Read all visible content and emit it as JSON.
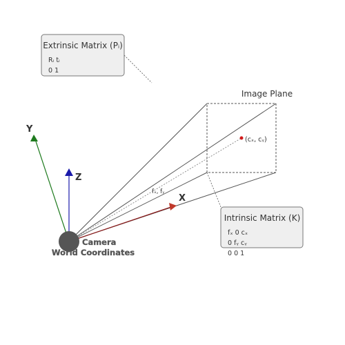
{
  "extrinsic_box": {
    "title": "Extrinsic Matrix (Pᵢ)",
    "row1": "Rᵢ tᵢ",
    "row2": "0 1"
  },
  "intrinsic_box": {
    "title": "Intrinsic Matrix (K)",
    "row1": "fₓ 0 cₓ",
    "row2": "0 fᵧ cᵧ",
    "row3": "0 0 1"
  },
  "image_plane": {
    "label": "Image Plane",
    "principal_point_label": "(cₓ, cᵧ)"
  },
  "camera": {
    "label": "Camera",
    "world_label": "World Coordinates",
    "focal_label": "fₓ, fᵧ"
  },
  "axes": {
    "x_label": "X",
    "y_label": "Y",
    "z_label": "Z"
  },
  "colors": {
    "x_axis": "#8b1a1a",
    "x_arrow": "#c0392b",
    "y_axis": "#1e7a1e",
    "z_axis": "#1a1aaa",
    "principal_point": "#d11a1a",
    "ray": "#555555",
    "box_fill": "#efefef",
    "box_stroke": "#777777",
    "camera_body": "#555555"
  }
}
